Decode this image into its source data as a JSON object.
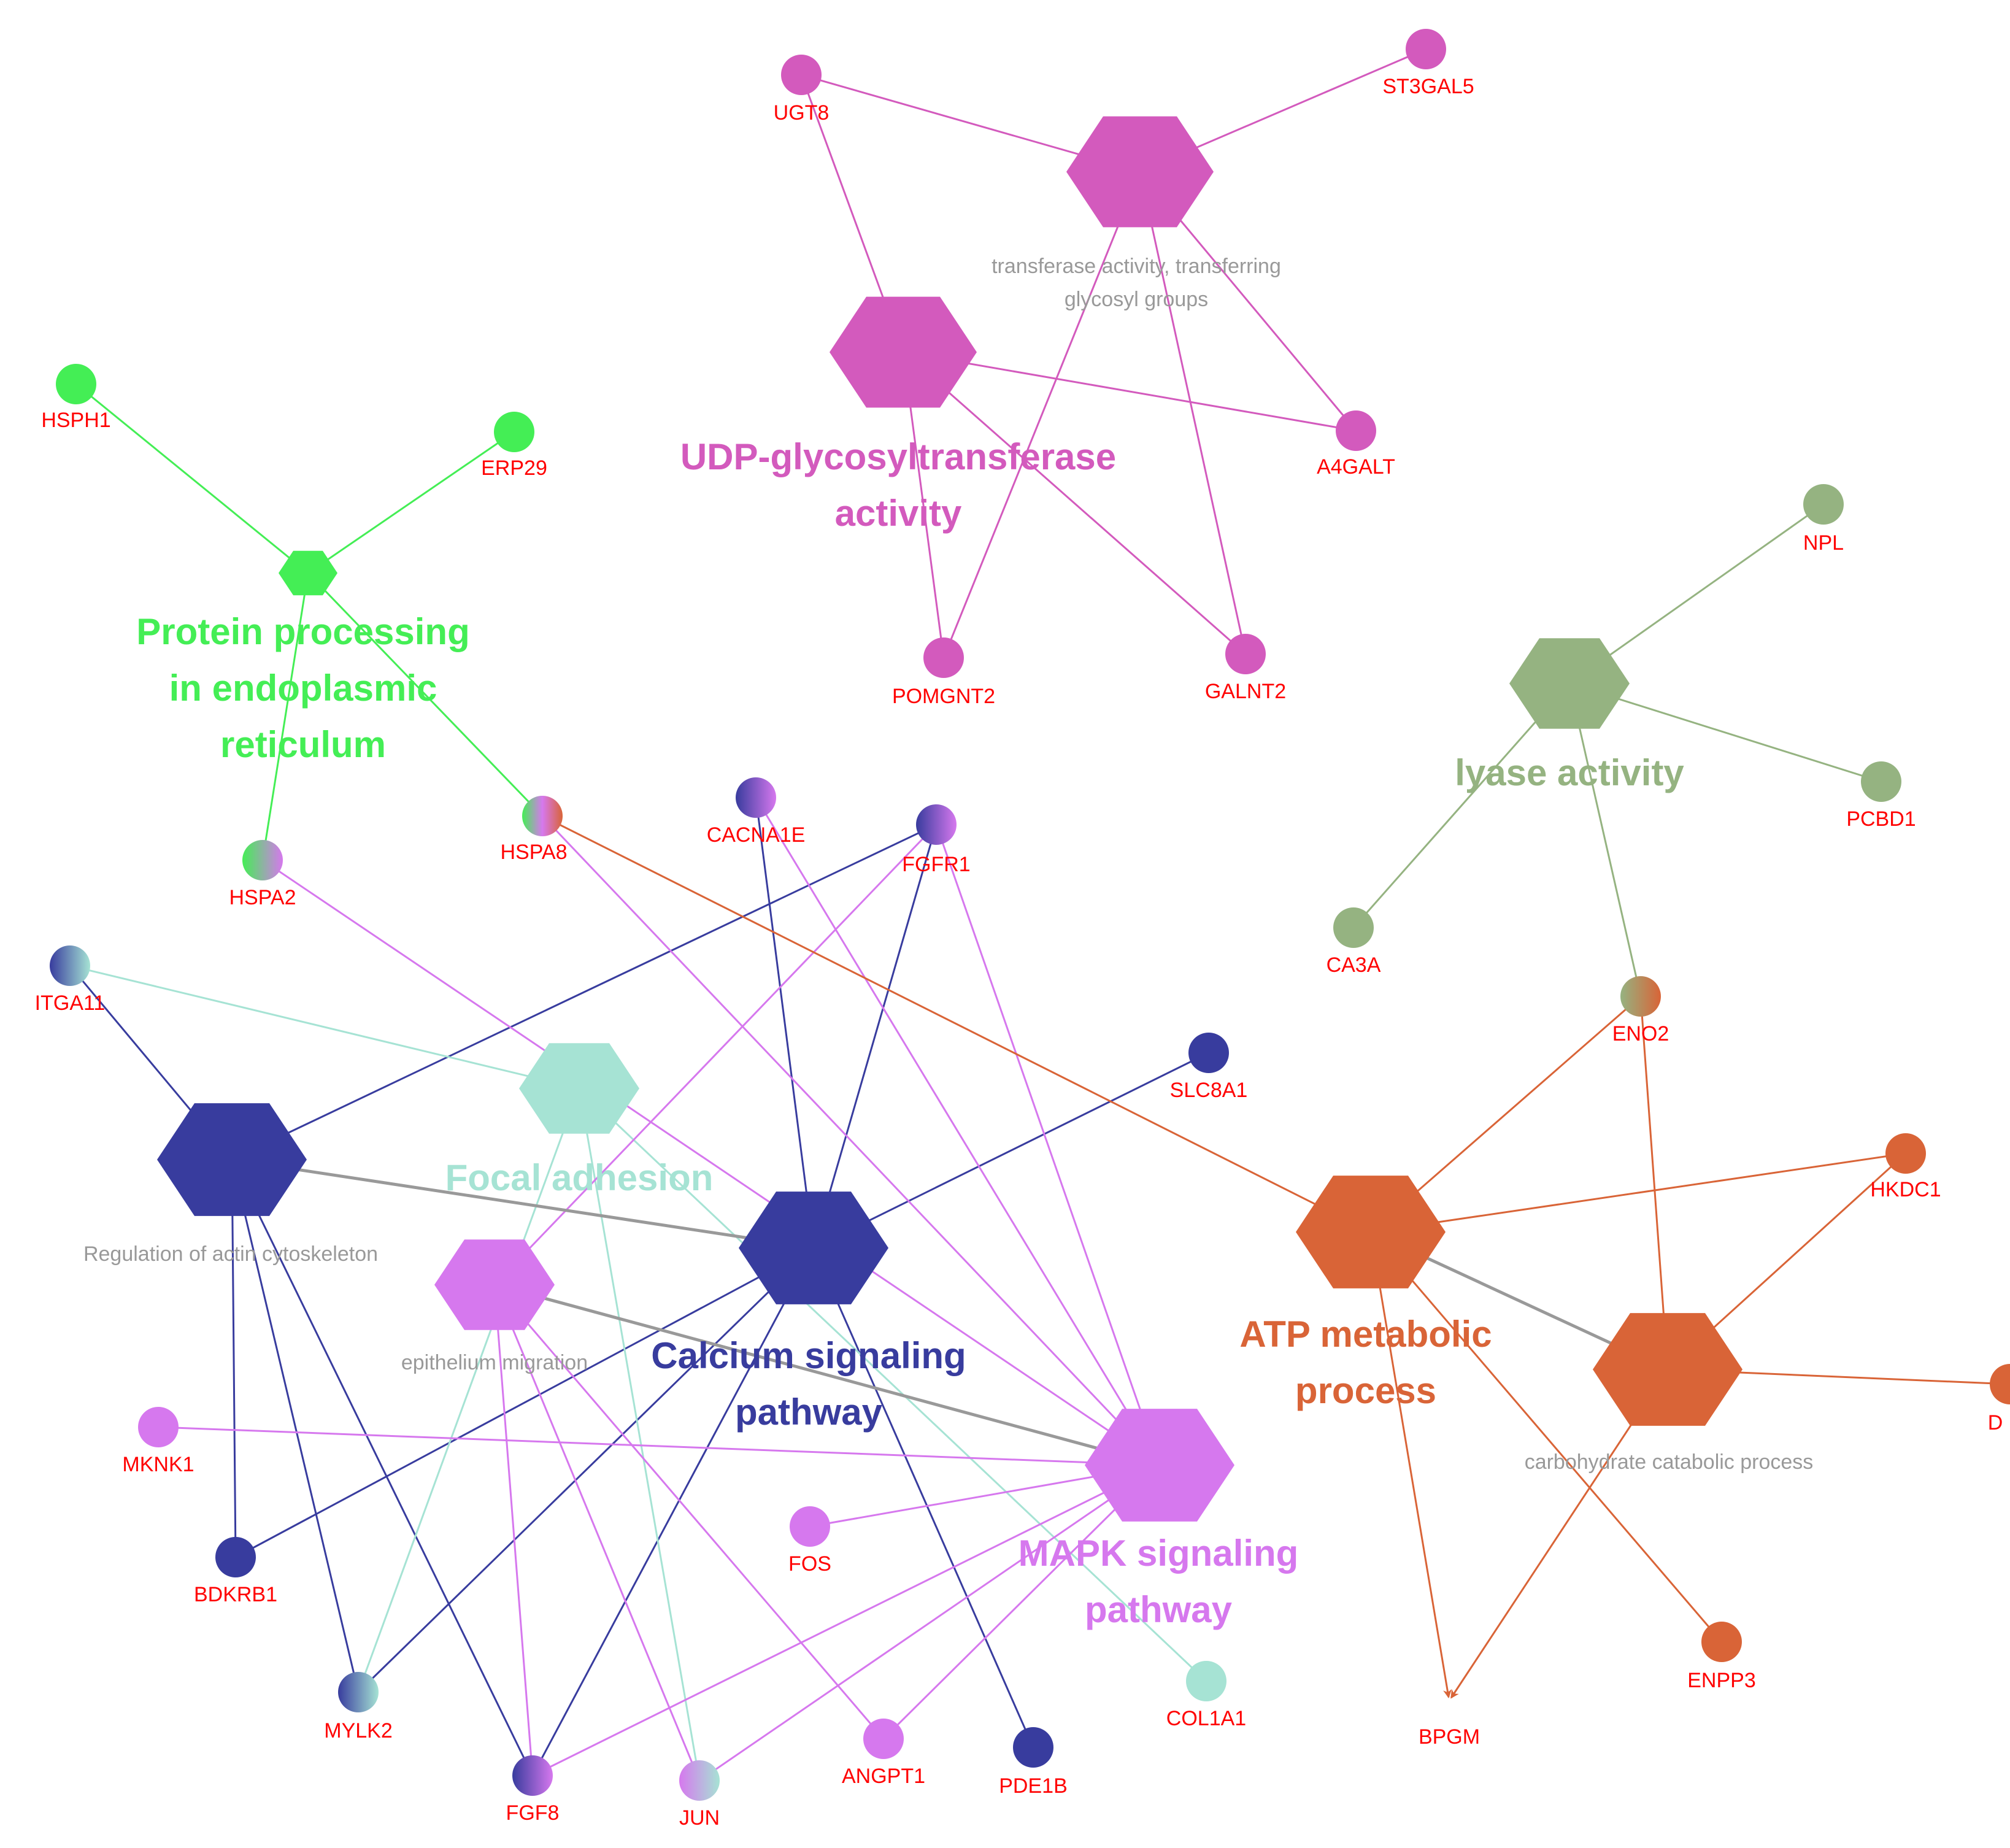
{
  "colors": {
    "udp": "#d35abd",
    "protein": "#44ee55",
    "lyase": "#95b381",
    "calcium": "#383c9e",
    "focal": "#a6e3d4",
    "mapk": "#d678ee",
    "atp": "#d96437",
    "crosslink": "#999999",
    "gene_label": "#ff0000"
  },
  "terms": [
    {
      "id": "transferase",
      "lines": [
        "transferase activity, transferring",
        "glycosyl groups"
      ],
      "style": "small",
      "color": "udp",
      "size": 120
    },
    {
      "id": "udp",
      "lines": [
        "UDP-glycosyltransferase",
        "activity"
      ],
      "style": "big",
      "color": "udp",
      "size": 120
    },
    {
      "id": "protein",
      "lines": [
        "Protein processing",
        "in endoplasmic",
        "reticulum"
      ],
      "style": "big",
      "color": "protein",
      "size": 48
    },
    {
      "id": "lyase",
      "lines": [
        "lyase activity"
      ],
      "style": "big",
      "color": "lyase",
      "size": 98
    },
    {
      "id": "actin",
      "lines": [
        "Regulation of actin cytoskeleton"
      ],
      "style": "small",
      "color": "calcium",
      "size": 122
    },
    {
      "id": "focal",
      "lines": [
        "Focal adhesion"
      ],
      "style": "big",
      "color": "focal",
      "size": 98
    },
    {
      "id": "calcium",
      "lines": [
        "Calcium signaling",
        "pathway"
      ],
      "style": "big",
      "color": "calcium",
      "size": 122
    },
    {
      "id": "epi",
      "lines": [
        "epithelium migration"
      ],
      "style": "small",
      "color": "mapk",
      "size": 98
    },
    {
      "id": "mapk",
      "lines": [
        "MAPK signaling",
        "pathway"
      ],
      "style": "big",
      "color": "mapk",
      "size": 122
    },
    {
      "id": "atp",
      "lines": [
        "ATP metabolic",
        "process"
      ],
      "style": "big",
      "color": "atp",
      "size": 122
    },
    {
      "id": "carb",
      "lines": [
        "carbohydrate catabolic process"
      ],
      "style": "small",
      "color": "atp",
      "size": 122
    }
  ],
  "genes": [
    {
      "id": "UGT8",
      "label": "UGT8",
      "colors": [
        "udp"
      ]
    },
    {
      "id": "ST3GAL5",
      "label": "ST3GAL5",
      "colors": [
        "udp"
      ]
    },
    {
      "id": "A4GALT",
      "label": "A4GALT",
      "colors": [
        "udp"
      ]
    },
    {
      "id": "POMGNT2",
      "label": "POMGNT2",
      "colors": [
        "udp"
      ]
    },
    {
      "id": "GALNT2",
      "label": "GALNT2",
      "colors": [
        "udp"
      ]
    },
    {
      "id": "HSPH1",
      "label": "HSPH1",
      "colors": [
        "protein"
      ]
    },
    {
      "id": "ERP29",
      "label": "ERP29",
      "colors": [
        "protein"
      ]
    },
    {
      "id": "HSPA2",
      "label": "HSPA2",
      "colors": [
        "protein",
        "mapk"
      ]
    },
    {
      "id": "HSPA8",
      "label": "HSPA8",
      "colors": [
        "protein",
        "mapk",
        "atp"
      ]
    },
    {
      "id": "NPL",
      "label": "NPL",
      "colors": [
        "lyase"
      ]
    },
    {
      "id": "PCBD1",
      "label": "PCBD1",
      "colors": [
        "lyase"
      ]
    },
    {
      "id": "CA3A",
      "label": "CA3A",
      "colors": [
        "lyase"
      ]
    },
    {
      "id": "ENO2",
      "label": "ENO2",
      "colors": [
        "lyase",
        "atp"
      ]
    },
    {
      "id": "CACNA1E",
      "label": "CACNA1E",
      "colors": [
        "calcium",
        "mapk"
      ]
    },
    {
      "id": "FGFR1",
      "label": "FGFR1",
      "colors": [
        "calcium",
        "mapk"
      ]
    },
    {
      "id": "ITGA11",
      "label": "ITGA11",
      "colors": [
        "calcium",
        "focal"
      ]
    },
    {
      "id": "SLC8A1",
      "label": "SLC8A1",
      "colors": [
        "calcium"
      ]
    },
    {
      "id": "MKNK1",
      "label": "MKNK1",
      "colors": [
        "mapk"
      ]
    },
    {
      "id": "BDKRB1",
      "label": "BDKRB1",
      "colors": [
        "calcium"
      ]
    },
    {
      "id": "FOS",
      "label": "FOS",
      "colors": [
        "mapk"
      ]
    },
    {
      "id": "MYLK2",
      "label": "MYLK2",
      "colors": [
        "calcium",
        "focal"
      ]
    },
    {
      "id": "FGF8",
      "label": "FGF8",
      "colors": [
        "calcium",
        "mapk"
      ]
    },
    {
      "id": "JUN",
      "label": "JUN",
      "colors": [
        "mapk",
        "focal"
      ]
    },
    {
      "id": "ANGPT1",
      "label": "ANGPT1",
      "colors": [
        "mapk"
      ]
    },
    {
      "id": "PDE1B",
      "label": "PDE1B",
      "colors": [
        "calcium"
      ]
    },
    {
      "id": "COL1A1",
      "label": "COL1A1",
      "colors": [
        "focal"
      ]
    },
    {
      "id": "HKDC1",
      "label": "HKDC1",
      "colors": [
        "atp"
      ]
    },
    {
      "id": "ENPP3",
      "label": "ENPP3",
      "colors": [
        "atp"
      ]
    },
    {
      "id": "BPGM",
      "label": "BPGM",
      "colors": [
        "atp"
      ]
    },
    {
      "id": "D_CUT",
      "label": "D",
      "colors": [
        "atp"
      ]
    }
  ],
  "edges": [
    [
      "transferase",
      "UGT8",
      "udp"
    ],
    [
      "transferase",
      "ST3GAL5",
      "udp"
    ],
    [
      "transferase",
      "A4GALT",
      "udp"
    ],
    [
      "transferase",
      "GALNT2",
      "udp"
    ],
    [
      "transferase",
      "POMGNT2",
      "udp"
    ],
    [
      "udp",
      "UGT8",
      "udp"
    ],
    [
      "udp",
      "A4GALT",
      "udp"
    ],
    [
      "udp",
      "POMGNT2",
      "udp"
    ],
    [
      "udp",
      "GALNT2",
      "udp"
    ],
    [
      "protein",
      "HSPH1",
      "protein"
    ],
    [
      "protein",
      "ERP29",
      "protein"
    ],
    [
      "protein",
      "HSPA2",
      "protein"
    ],
    [
      "protein",
      "HSPA8",
      "protein"
    ],
    [
      "lyase",
      "NPL",
      "lyase"
    ],
    [
      "lyase",
      "PCBD1",
      "lyase"
    ],
    [
      "lyase",
      "CA3A",
      "lyase"
    ],
    [
      "lyase",
      "ENO2",
      "lyase"
    ],
    [
      "actin",
      "ITGA11",
      "calcium"
    ],
    [
      "actin",
      "FGFR1",
      "calcium"
    ],
    [
      "actin",
      "BDKRB1",
      "calcium"
    ],
    [
      "actin",
      "MYLK2",
      "calcium"
    ],
    [
      "actin",
      "FGF8",
      "calcium"
    ],
    [
      "calcium",
      "CACNA1E",
      "calcium"
    ],
    [
      "calcium",
      "FGFR1",
      "calcium"
    ],
    [
      "calcium",
      "SLC8A1",
      "calcium"
    ],
    [
      "calcium",
      "BDKRB1",
      "calcium"
    ],
    [
      "calcium",
      "MYLK2",
      "calcium"
    ],
    [
      "calcium",
      "FGF8",
      "calcium"
    ],
    [
      "calcium",
      "PDE1B",
      "calcium"
    ],
    [
      "focal",
      "ITGA11",
      "focal"
    ],
    [
      "focal",
      "MYLK2",
      "focal"
    ],
    [
      "focal",
      "JUN",
      "focal"
    ],
    [
      "focal",
      "COL1A1",
      "focal"
    ],
    [
      "epi",
      "FGFR1",
      "mapk"
    ],
    [
      "epi",
      "FGF8",
      "mapk"
    ],
    [
      "epi",
      "JUN",
      "mapk"
    ],
    [
      "epi",
      "ANGPT1",
      "mapk"
    ],
    [
      "mapk",
      "HSPA2",
      "mapk"
    ],
    [
      "mapk",
      "HSPA8",
      "mapk"
    ],
    [
      "mapk",
      "CACNA1E",
      "mapk"
    ],
    [
      "mapk",
      "FGFR1",
      "mapk"
    ],
    [
      "mapk",
      "MKNK1",
      "mapk"
    ],
    [
      "mapk",
      "FOS",
      "mapk"
    ],
    [
      "mapk",
      "FGF8",
      "mapk"
    ],
    [
      "mapk",
      "JUN",
      "mapk"
    ],
    [
      "mapk",
      "ANGPT1",
      "mapk"
    ],
    [
      "atp",
      "HSPA8",
      "atp"
    ],
    [
      "atp",
      "ENO2",
      "atp"
    ],
    [
      "atp",
      "HKDC1",
      "atp"
    ],
    [
      "atp",
      "ENPP3",
      "atp"
    ],
    [
      "atp",
      "BPGM",
      "atp"
    ],
    [
      "carb",
      "ENO2",
      "atp"
    ],
    [
      "carb",
      "HKDC1",
      "atp"
    ],
    [
      "carb",
      "BPGM",
      "atp"
    ],
    [
      "carb",
      "D_CUT",
      "atp"
    ],
    [
      "actin",
      "calcium",
      "crosslink"
    ],
    [
      "epi",
      "mapk",
      "crosslink"
    ],
    [
      "atp",
      "carb",
      "crosslink"
    ]
  ]
}
